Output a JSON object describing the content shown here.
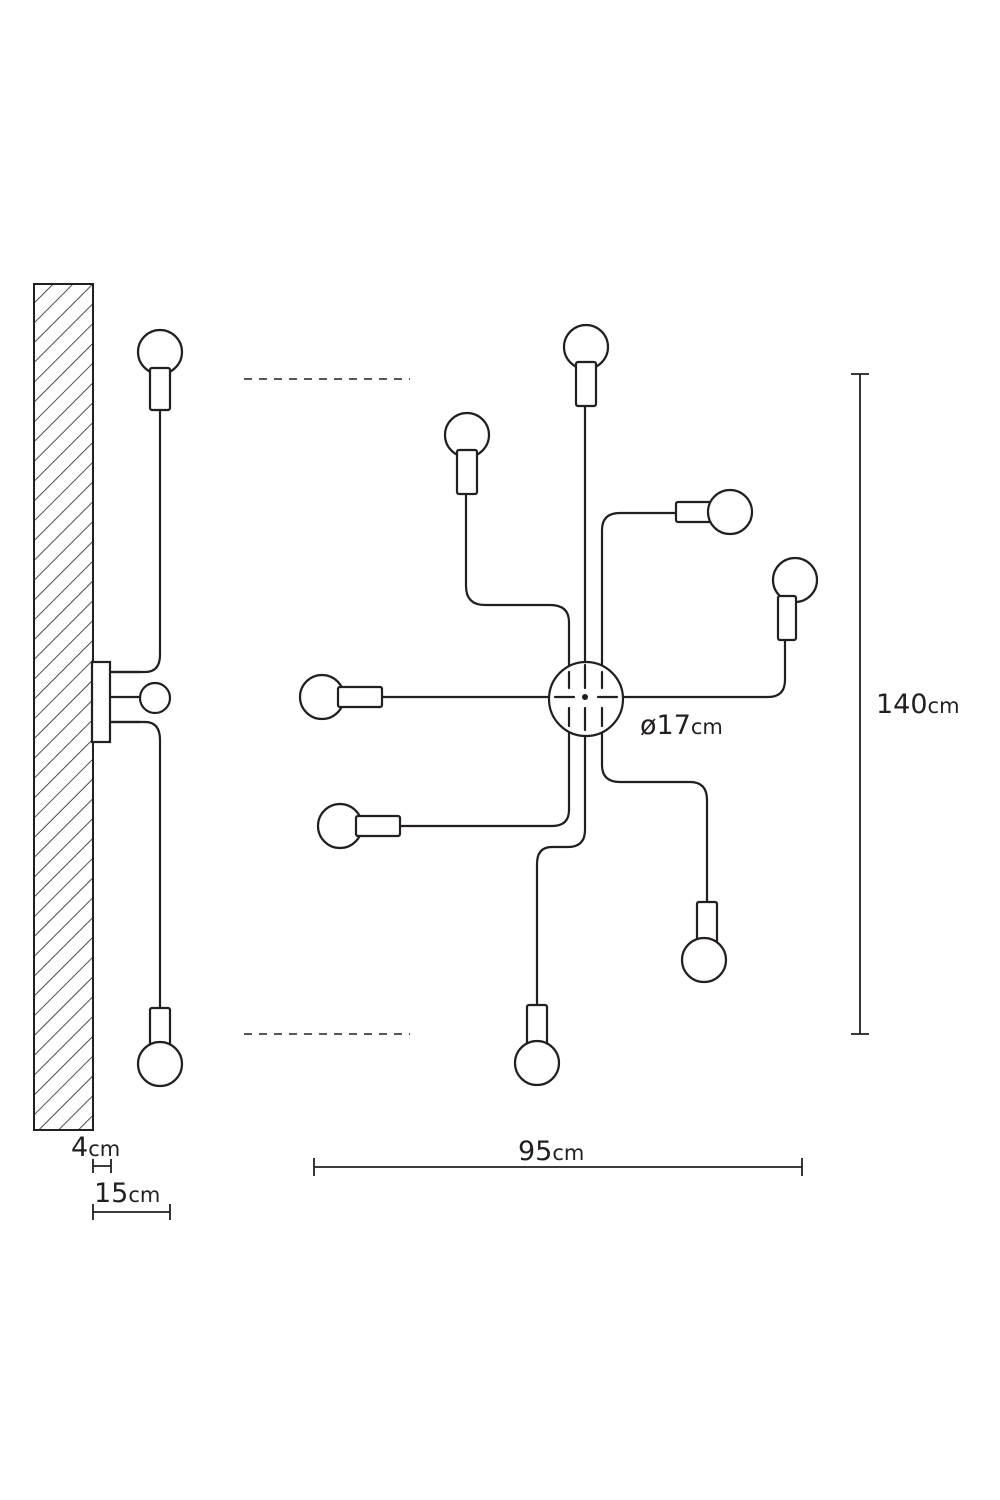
{
  "dimensions": {
    "height": {
      "value": "140",
      "unit": "cm"
    },
    "width": {
      "value": "95",
      "unit": "cm"
    },
    "canopy": {
      "value": "ø17",
      "unit": "cm"
    },
    "canopy_depth": {
      "value": "4",
      "unit": "cm"
    },
    "depth": {
      "value": "15",
      "unit": "cm"
    }
  }
}
